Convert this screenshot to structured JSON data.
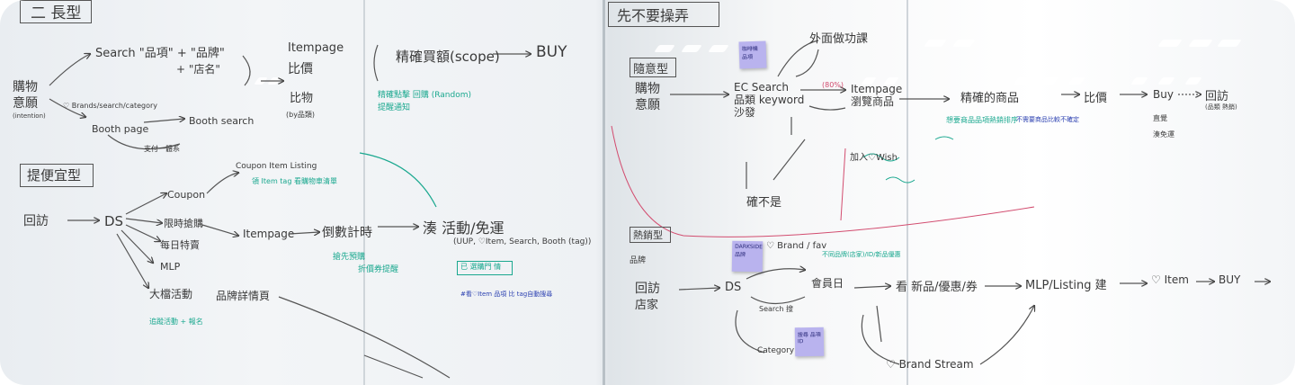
{
  "left_board": {
    "title_top": "二 長型",
    "labels": {
      "motive_cn": "購物\n意願",
      "motive_en": "(intention)",
      "search": "Search \"品項\" + \"品牌\"",
      "plus_store": "+ \"店名\"",
      "itempage": "Itempage",
      "compare_top": "比價",
      "compare_mid": "比物",
      "by_category": "(by品類)",
      "brands_search": "♡ Brands/search/category",
      "booth_page": "Booth page",
      "booth_search": "Booth search",
      "tag_one": "支付一體系",
      "section2": "提便宜型",
      "revisit": "回訪",
      "ds": "DS",
      "coupon": "Coupon",
      "flash": "限時搶購",
      "daily": "每日特賣",
      "mlp": "MLP",
      "big_event": "大檔活動",
      "itempage2": "Itempage",
      "countdown": "倒數計時",
      "more": "湊 活動/免運",
      "big_event_detail": "品牌詳情頁",
      "coupon_listing": "Coupon Item Listing",
      "bracket_title": "精確買額(scope)",
      "buy": "BUY",
      "teal_note1": "精確點擊 回購 (Random)",
      "teal_note2": "提醒通知",
      "teal_note3": "搶先預購",
      "teal_note4": "折價券提醒",
      "teal_bottom": "追蹤活動 + 報名",
      "blue_note": "#看♡Item 品項 比 tag自動搜尋",
      "uup": "(UUP, ♡Item, Search, Booth (tag))",
      "coupon_teal": "領 Item tag 看購物車清單",
      "chosen": "已 選購門 情"
    }
  },
  "right_board": {
    "title_top": "先不要操弄",
    "labels": {
      "section1": "隨意型",
      "motive": "購物\n意願",
      "ec_search": "EC Search\n品類 keyword\n沙發",
      "itempage": "Itempage\n瀏覽商品",
      "precise": "精確的商品",
      "compare": "比價",
      "buy": "Buy",
      "revisit": "回訪",
      "revisit_sub": "(品類 熱銷)",
      "outside": "外面做功課",
      "pink_note": "(80%)",
      "wishlist": "加入♡Wish",
      "not_this": "確不是",
      "teal_note": "想要商品品項熱銷排序",
      "section2": "熱銷型",
      "brand_follow": "♡ Brand / fav",
      "revisit2": "回訪",
      "revisit2_sub": "店家",
      "ds": "DS",
      "member": "會員日",
      "new_arrivals": "看 新品/優惠/券",
      "mlp_listing": "MLP/Listing 建",
      "item_heart": "♡ Item",
      "buy2": "BUY",
      "search_sub": "Search 搜",
      "category": "Category",
      "brand_stream": "♡ Brand Stream",
      "brand_label": "品牌",
      "teal_right1": "不同品牌(店家)/ID/新品優惠",
      "blue_right_title": "不需要商品比較不確定",
      "teal_r2": "直覺",
      "teal_r3": "湊免運"
    },
    "sticky_notes": [
      "咖啡機 品項",
      "DARKSIDE 品牌",
      "搜尋 品項 ID"
    ]
  },
  "colors": {
    "ink": "#3a3a3a",
    "teal": "#1aa88f",
    "blue": "#2a3fb0",
    "pink": "#d24c6f",
    "sticky": "#b9b3ee"
  }
}
